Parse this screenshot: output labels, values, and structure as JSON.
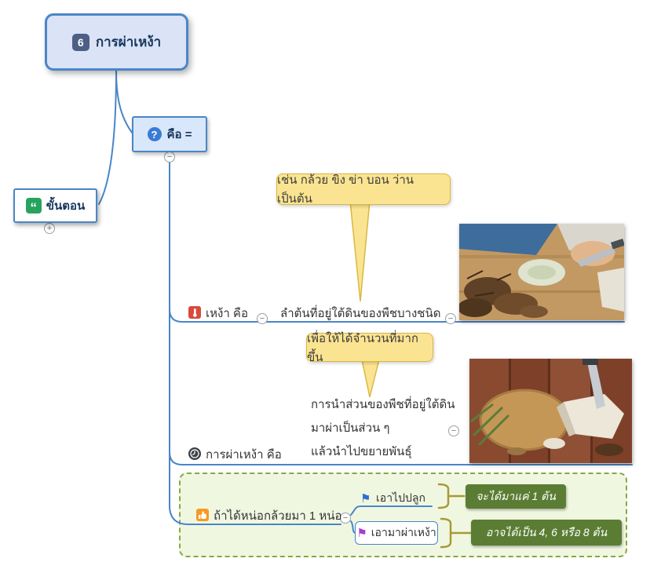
{
  "main": {
    "badge": "6",
    "title": "การผ่าเหง้า"
  },
  "steps_node": {
    "label": "ขั้นตอน"
  },
  "kue": {
    "label": "คือ ="
  },
  "callouts": {
    "c1": "เช่น กล้วย ขิง ข่า บอน ว่าน เป็นต้น",
    "c2": "เพื่อให้ได้จำนวนที่มากขึ้น"
  },
  "rhizome": {
    "label": "เหง้า คือ",
    "desc": "ลำต้นที่อยู่ใต้ดินของพืชบางชนิด"
  },
  "split": {
    "label": "การผ่าเหง้า คือ",
    "lines": [
      "การนำส่วนของพืชที่อยู่ใต้ดิน",
      "มาผ่าเป็นส่วน ๆ",
      "แล้วนำไปขยายพันธุ์"
    ]
  },
  "example": {
    "label": "ถ้าได้หน่อกล้วยมา 1 หน่อ",
    "plant": {
      "label": "เอาไปปลูก",
      "result": "จะได้มาแค่ 1 ต้น"
    },
    "splitopt": {
      "label": "เอามาผ่าเหง้า",
      "result": "อาจได้เป็น  4, 6 หรือ 8 ต้น"
    }
  },
  "symbols": {
    "minus": "−",
    "plus": "+",
    "question": "?",
    "quote": "“",
    "flag": "⚑"
  },
  "colors": {
    "line_blue": "#4a86c8",
    "callout_yellow": "#fbe491",
    "summary_green": "#5a7d33",
    "boundary_green": "#8aa743",
    "badge_navy": "#4e5f85"
  }
}
